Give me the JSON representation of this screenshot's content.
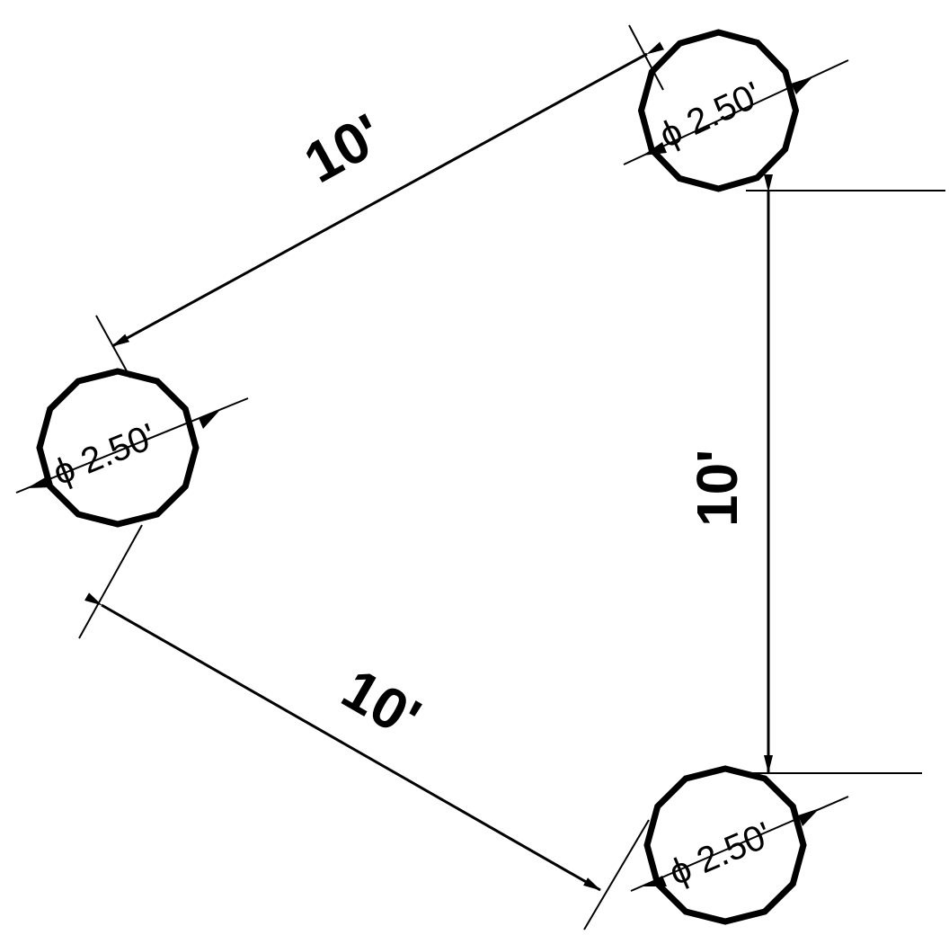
{
  "diagram": {
    "dimensions": [
      {
        "id": "top",
        "label": "10'"
      },
      {
        "id": "bottom",
        "label": "10'"
      },
      {
        "id": "right",
        "label": "10'"
      }
    ],
    "holes": [
      {
        "id": "top-right",
        "label": "ϕ 2.50'"
      },
      {
        "id": "left",
        "label": "ϕ 2.50'"
      },
      {
        "id": "bottom-right",
        "label": "ϕ 2.50'"
      }
    ],
    "colors": {
      "ink": "#000000",
      "paper": "#ffffff"
    }
  }
}
